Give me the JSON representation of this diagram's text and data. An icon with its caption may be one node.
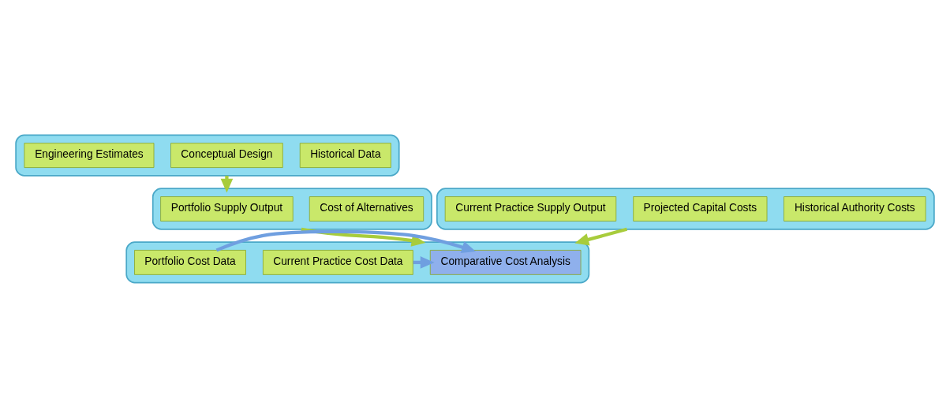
{
  "diagram": {
    "nodes": [
      {
        "text": [],
        "shape": "box"
      },
      {
        "text": [
          "Historical Data"
        ],
        "in": 0
      },
      {
        "text": [
          "Conceptual Design"
        ],
        "in": 0
      },
      {
        "text": [
          "Engineering Estimates"
        ],
        "in": 0
      },
      {
        "text": [],
        "shape": "box"
      },
      {
        "text": [
          "Historical Authority Costs"
        ],
        "in": 4
      },
      {
        "text": [
          "Projected Capital Costs"
        ],
        "in": 4
      },
      {
        "text": [
          "Current Practice Supply Output"
        ],
        "in": 4
      },
      {
        "text": [],
        "shape": "box"
      },
      {
        "text": [
          "Cost of Alternatives"
        ],
        "in": 8
      },
      {
        "text": [
          "Portfolio Supply Output"
        ],
        "in": 8
      },
      {
        "text": [],
        "shape": "box"
      },
      {
        "text": [
          "Current Practice Cost Data"
        ],
        "in": 11
      },
      {
        "text": [
          "Comparative Cost Analysis"
        ],
        "in": 11
      },
      {
        "text": [
          "Portfolio Cost Data"
        ],
        "in": 11
      }
    ],
    "edges": [
      {
        "from": 0,
        "to": 8,
        "arrow": "to"
      },
      {
        "from": 4,
        "to": 11,
        "arrow": "to"
      },
      {
        "from": 8,
        "to": 11,
        "arrow": "to"
      },
      {
        "from": 12,
        "to": 13,
        "arrow": "to",
        "color": "#6f9fe0"
      },
      {
        "from": 14,
        "to": 13,
        "arrow": "to",
        "color": "#6f9fe0"
      }
    ]
  }
}
